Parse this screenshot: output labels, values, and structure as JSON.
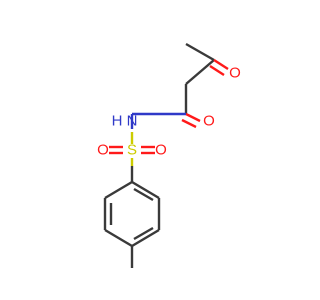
{
  "molecule": {
    "atoms": {
      "ketone_oxygen": "O",
      "amide_oxygen": "O",
      "nitrogen": "N",
      "hydrogen": "H",
      "sulfur": "S",
      "sulfonyl_oxygen_left": "O",
      "sulfonyl_oxygen_right": "O"
    },
    "colors": {
      "carbon_bond": "#3a3a3a",
      "oxygen": "#ff1a1a",
      "nitrogen": "#2f39c8",
      "sulfur": "#cccc00",
      "background": "#ffffff"
    }
  }
}
